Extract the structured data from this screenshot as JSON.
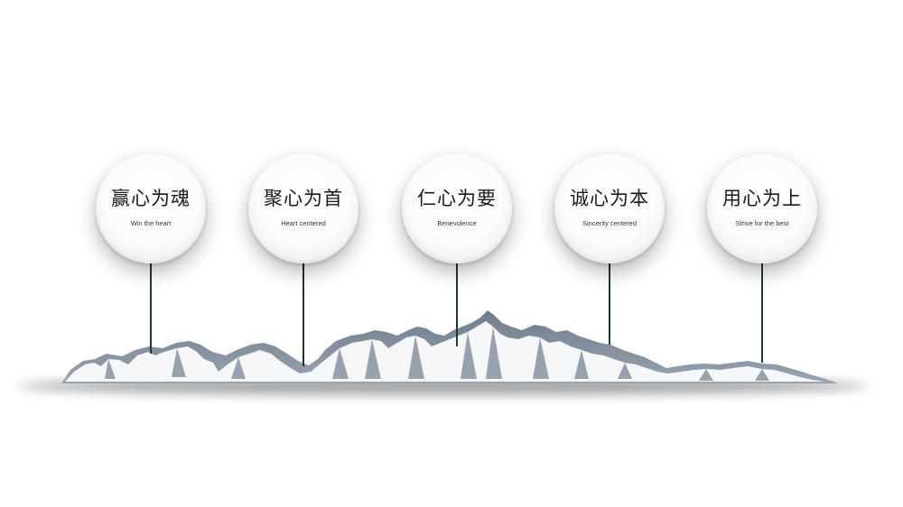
{
  "items": [
    {
      "title": "赢心为魂",
      "subtitle": "Win the heart"
    },
    {
      "title": "聚心为首",
      "subtitle": "Heart centered"
    },
    {
      "title": "仁心为要",
      "subtitle": "Benevolence"
    },
    {
      "title": "诚心为本",
      "subtitle": "Sincerity centered"
    },
    {
      "title": "用心为上",
      "subtitle": "Strive for the best"
    }
  ],
  "colors": {
    "stem": "#1f3a26",
    "mountain_shadow": "#8b97a6",
    "mountain_snow": "#f4f6f8"
  }
}
